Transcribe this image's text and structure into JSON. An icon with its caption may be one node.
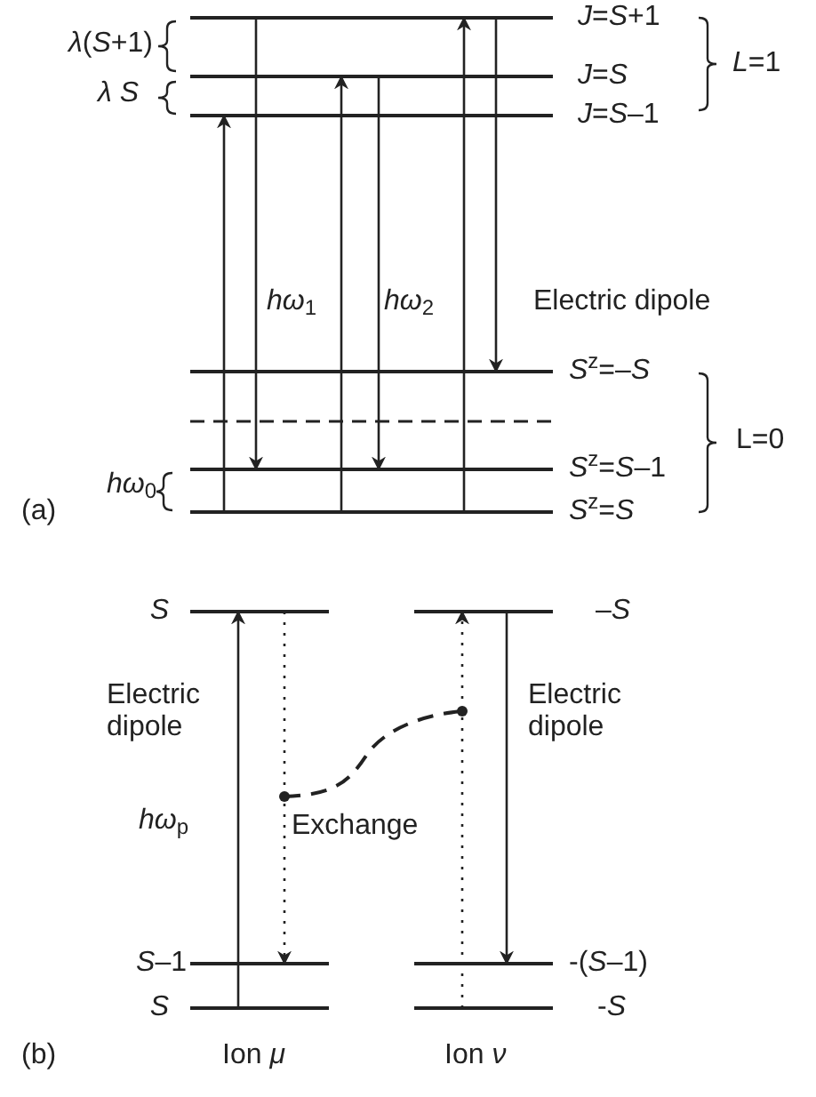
{
  "diagram": {
    "nodes": [
      {
        "text": [],
        "shape": "bar",
        "beside": [
          "*J*=*S*+1"
        ]
      },
      {
        "text": [],
        "shape": "bar",
        "beside": [
          "*J*=*S*"
        ]
      },
      {
        "text": [],
        "shape": "bar",
        "beside": [
          "*J*=*S*–1"
        ]
      },
      {
        "text": [],
        "shape": "bar",
        "beside": [
          "*S*$^{z}$=–*S*"
        ]
      },
      {
        "text": [],
        "shape": "bar",
        "beside": [
          "*S*$^{z}$=*S*–1"
        ]
      },
      {
        "text": [],
        "shape": "bar",
        "beside": [
          "*S*$^{z}$=*S*"
        ]
      },
      {
        "text": [],
        "shape": "bar",
        "beside": [
          "*S*"
        ]
      },
      {
        "text": [],
        "shape": "bar",
        "beside": [
          "–*S*"
        ]
      },
      {
        "text": [],
        "shape": "bar",
        "beside": [
          "*S*–1"
        ]
      },
      {
        "text": [],
        "shape": "bar",
        "beside": [
          "-(*S*–1)"
        ]
      },
      {
        "text": [],
        "shape": "bar",
        "beside": [
          "*S*"
        ]
      },
      {
        "text": [],
        "shape": "bar",
        "beside": [
          "-*S*"
        ]
      }
    ],
    "edges": [
      {
        "from": 5,
        "to": 2,
        "arrow": "to"
      },
      {
        "from": 0,
        "to": 4,
        "arrow": "to"
      },
      {
        "from": 5,
        "to": 1,
        "arrow": "to"
      },
      {
        "from": 1,
        "to": 4,
        "arrow": "to"
      },
      {
        "from": 5,
        "to": 0,
        "arrow": "to"
      },
      {
        "from": 0,
        "to": 3,
        "arrow": "to"
      },
      {
        "from": 10,
        "to": 6,
        "arrow": "to"
      },
      {
        "from": 6,
        "to": 8,
        "arrow": "to",
        "style": "dashed"
      },
      {
        "from": 11,
        "to": 7,
        "arrow": "to",
        "style": "dashed"
      },
      {
        "from": 7,
        "to": 9,
        "arrow": "to"
      }
    ],
    "labels": [
      "*λ*(*S*+1)",
      "*λ* *S*",
      "*L*=1",
      "*hω*$_{1}$",
      "*hω*$_{2}$",
      "Electric dipole",
      "L=0",
      "*hω*$_{0}$",
      "(a)",
      "Electric dipole",
      "*hω*$_{p}$",
      "Exchange",
      "Electric dipole",
      "(b)",
      "Ion *μ*",
      "Ion *ν*"
    ]
  }
}
